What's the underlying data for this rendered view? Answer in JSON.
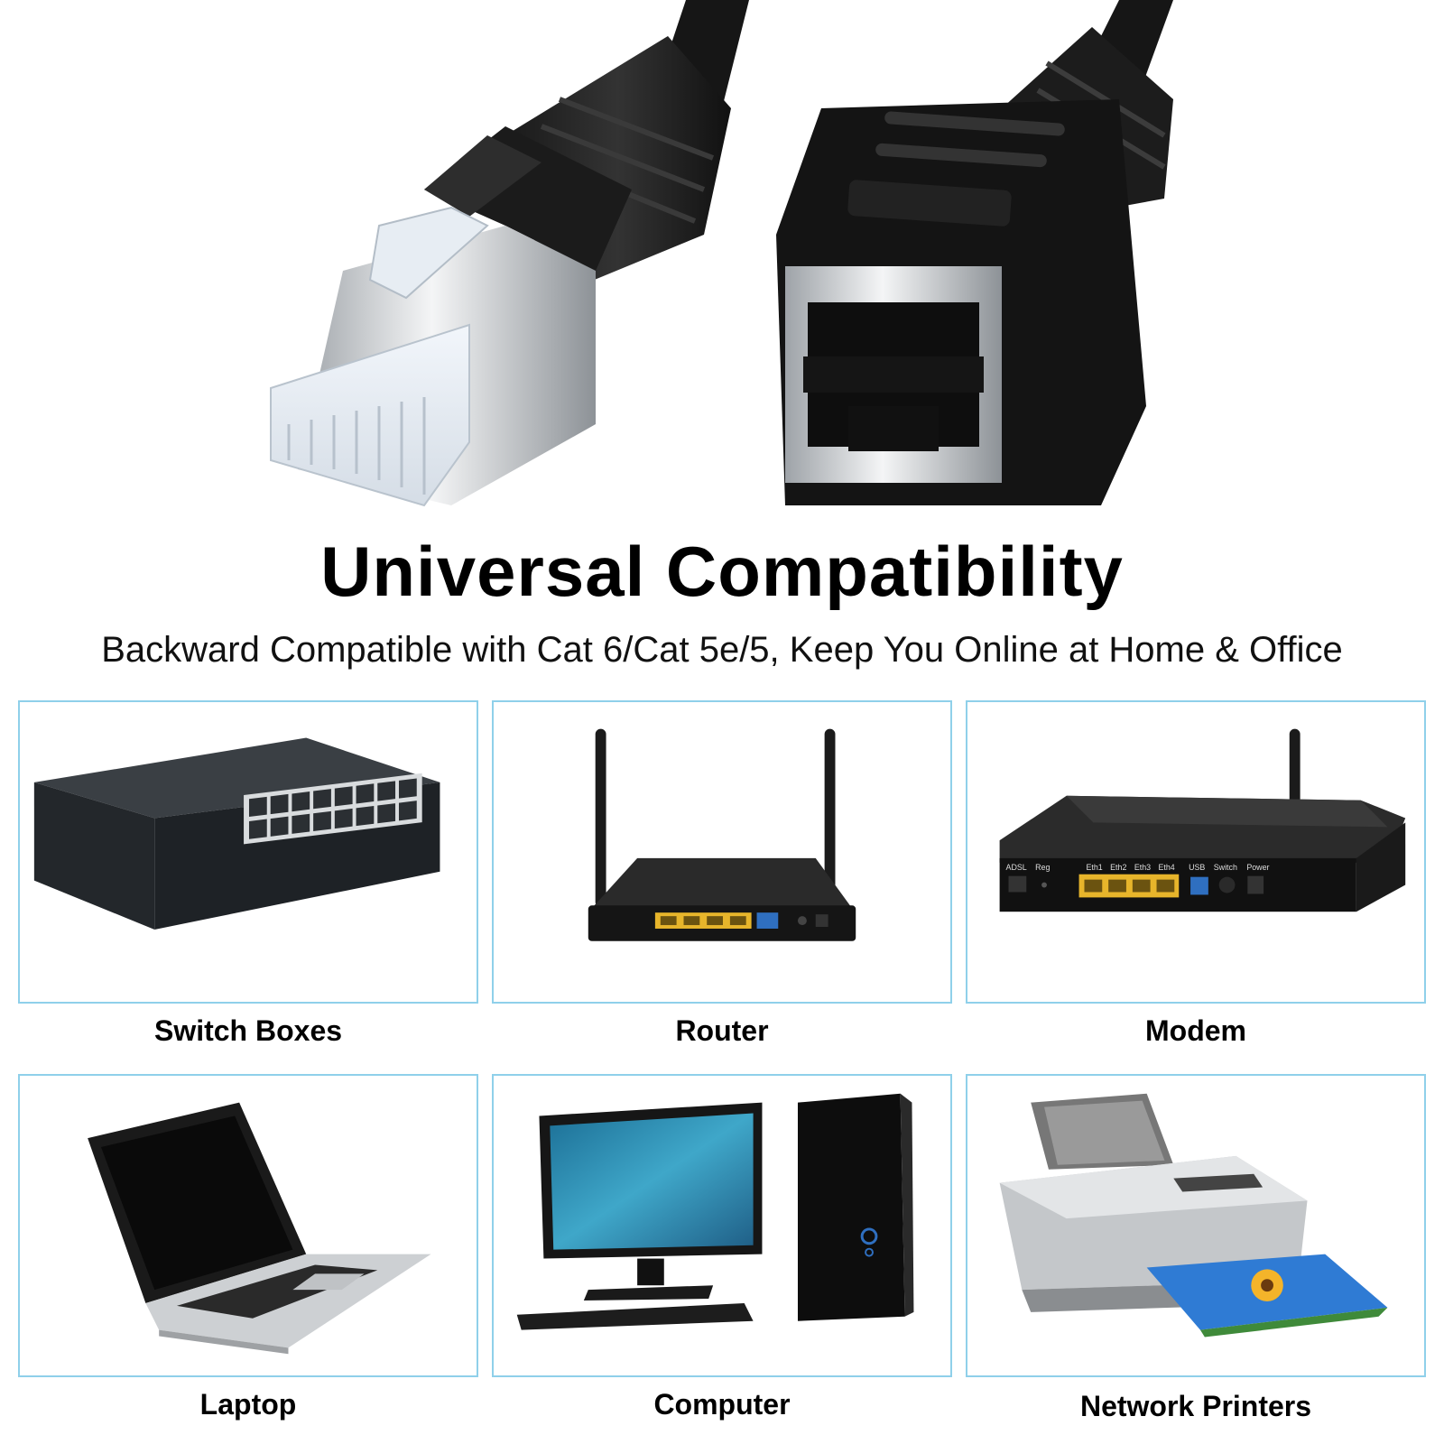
{
  "title": "Universal Compatibility",
  "subtitle": "Backward Compatible with Cat 6/Cat 5e/5, Keep You Online at Home & Office",
  "devices": [
    {
      "label": "Switch Boxes"
    },
    {
      "label": "Router"
    },
    {
      "label": "Modem"
    },
    {
      "label": "Laptop"
    },
    {
      "label": "Computer"
    },
    {
      "label": "Network Printers"
    }
  ],
  "modem_ports": [
    "ADSL",
    "Reg",
    "Eth1",
    "Eth2",
    "Eth3",
    "Eth4",
    "USB",
    "Switch",
    "Power"
  ],
  "colors": {
    "tile_border": "#8fd0ea",
    "port_yellow": "#e7b52b",
    "port_blue": "#2f6fc0",
    "screen_blue": "#3fa7c9"
  }
}
